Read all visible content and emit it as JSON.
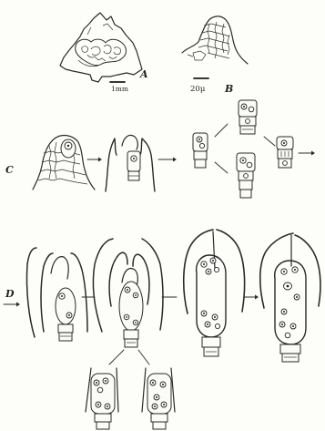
{
  "labels": {
    "panel_a": "A",
    "panel_b": "B",
    "panel_c": "C",
    "panel_d": "D",
    "scale_a": "1mm",
    "scale_b": "20μ"
  }
}
